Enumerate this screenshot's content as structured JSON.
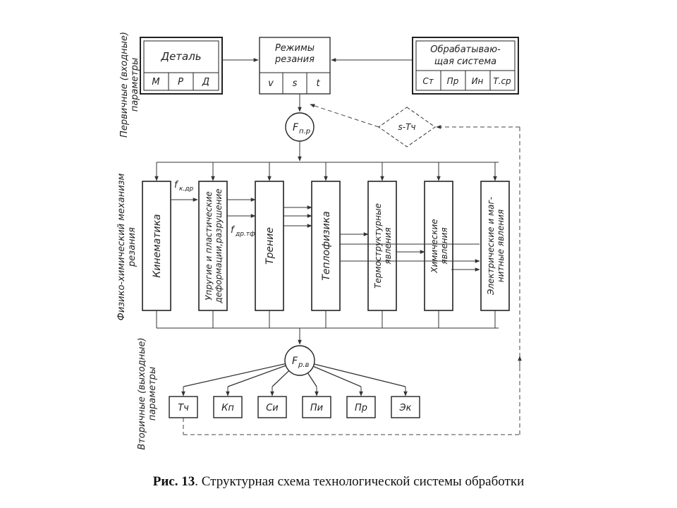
{
  "side_labels": {
    "primary": [
      "Первичные (входные)",
      "параметры"
    ],
    "mechanism": [
      "Физико-химический механизм",
      "резания"
    ],
    "secondary": [
      "Вторичные (выходные)",
      "параметры"
    ]
  },
  "top_blocks": {
    "detail": {
      "title": "Деталь",
      "cells": [
        "М",
        "Р",
        "Д"
      ]
    },
    "modes": {
      "title": [
        "Режимы",
        "резания"
      ],
      "cells": [
        "v",
        "s",
        "t"
      ]
    },
    "system": {
      "title": [
        "Обрабатываю-",
        "щая система"
      ],
      "cells": [
        "Ст",
        "Пр",
        "Ин",
        "Т.ср"
      ]
    }
  },
  "nodes": {
    "f_pr": "F",
    "f_pr_sub": "п.р",
    "f_rv": "F",
    "f_rv_sub": "р.в",
    "s_tch": "s-Тч"
  },
  "mechanism_blocks": [
    [
      "Кинематика"
    ],
    [
      "Упругие и пластические",
      "деформации,разрушение"
    ],
    [
      "Трение"
    ],
    [
      "Теплофизика"
    ],
    [
      "Термоструктурные",
      "явления"
    ],
    [
      "Химические",
      "явления"
    ],
    [
      "Электрические и маг-",
      "нитные явления"
    ]
  ],
  "flow_labels": {
    "f_kdr": "f",
    "f_kdr_sub": "к.др",
    "f_drtf": "f",
    "f_drtf_sub": "др.тф"
  },
  "outputs": [
    "Тч",
    "Кп",
    "Си",
    "Пи",
    "Пр",
    "Эк"
  ],
  "caption": {
    "num": "Рис. 13",
    "text": ". Структурная схема технологической системы обработки"
  }
}
